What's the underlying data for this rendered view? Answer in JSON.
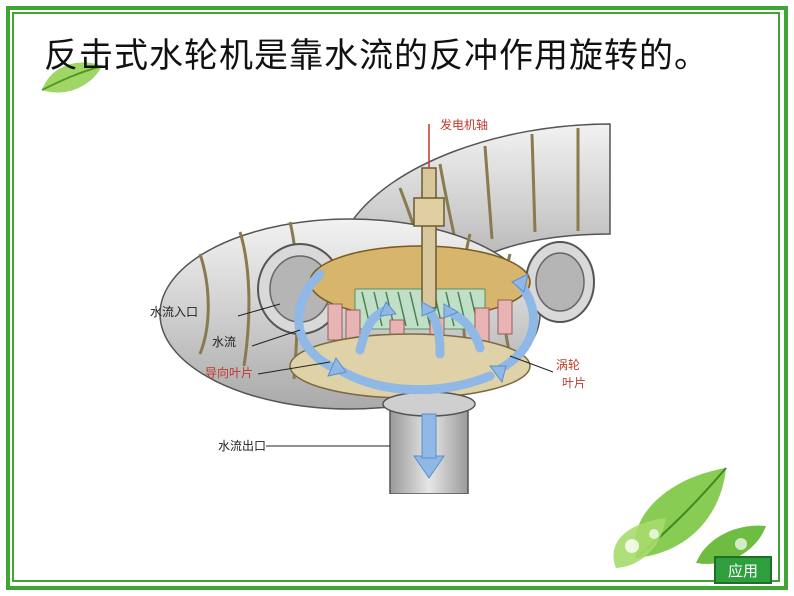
{
  "slide": {
    "title": "反击式水轮机是靠水流的反冲作用旋转的。",
    "apply_button_label": "应用"
  },
  "diagram": {
    "labels": {
      "generator_shaft": "发电机轴",
      "water_inlet": "水流入口",
      "water_flow": "水流",
      "guide_vanes": "导向叶片",
      "turbine_blades_line1": "涡轮",
      "turbine_blades_line2": "叶片",
      "water_outlet": "水流出口"
    }
  },
  "colors": {
    "frame_green": "#3fa535",
    "button_green": "#2f9e3c",
    "label_red": "#c0392b",
    "arrow_blue": "#8fb8e6",
    "pipe_gray": "#cfcfcf"
  }
}
